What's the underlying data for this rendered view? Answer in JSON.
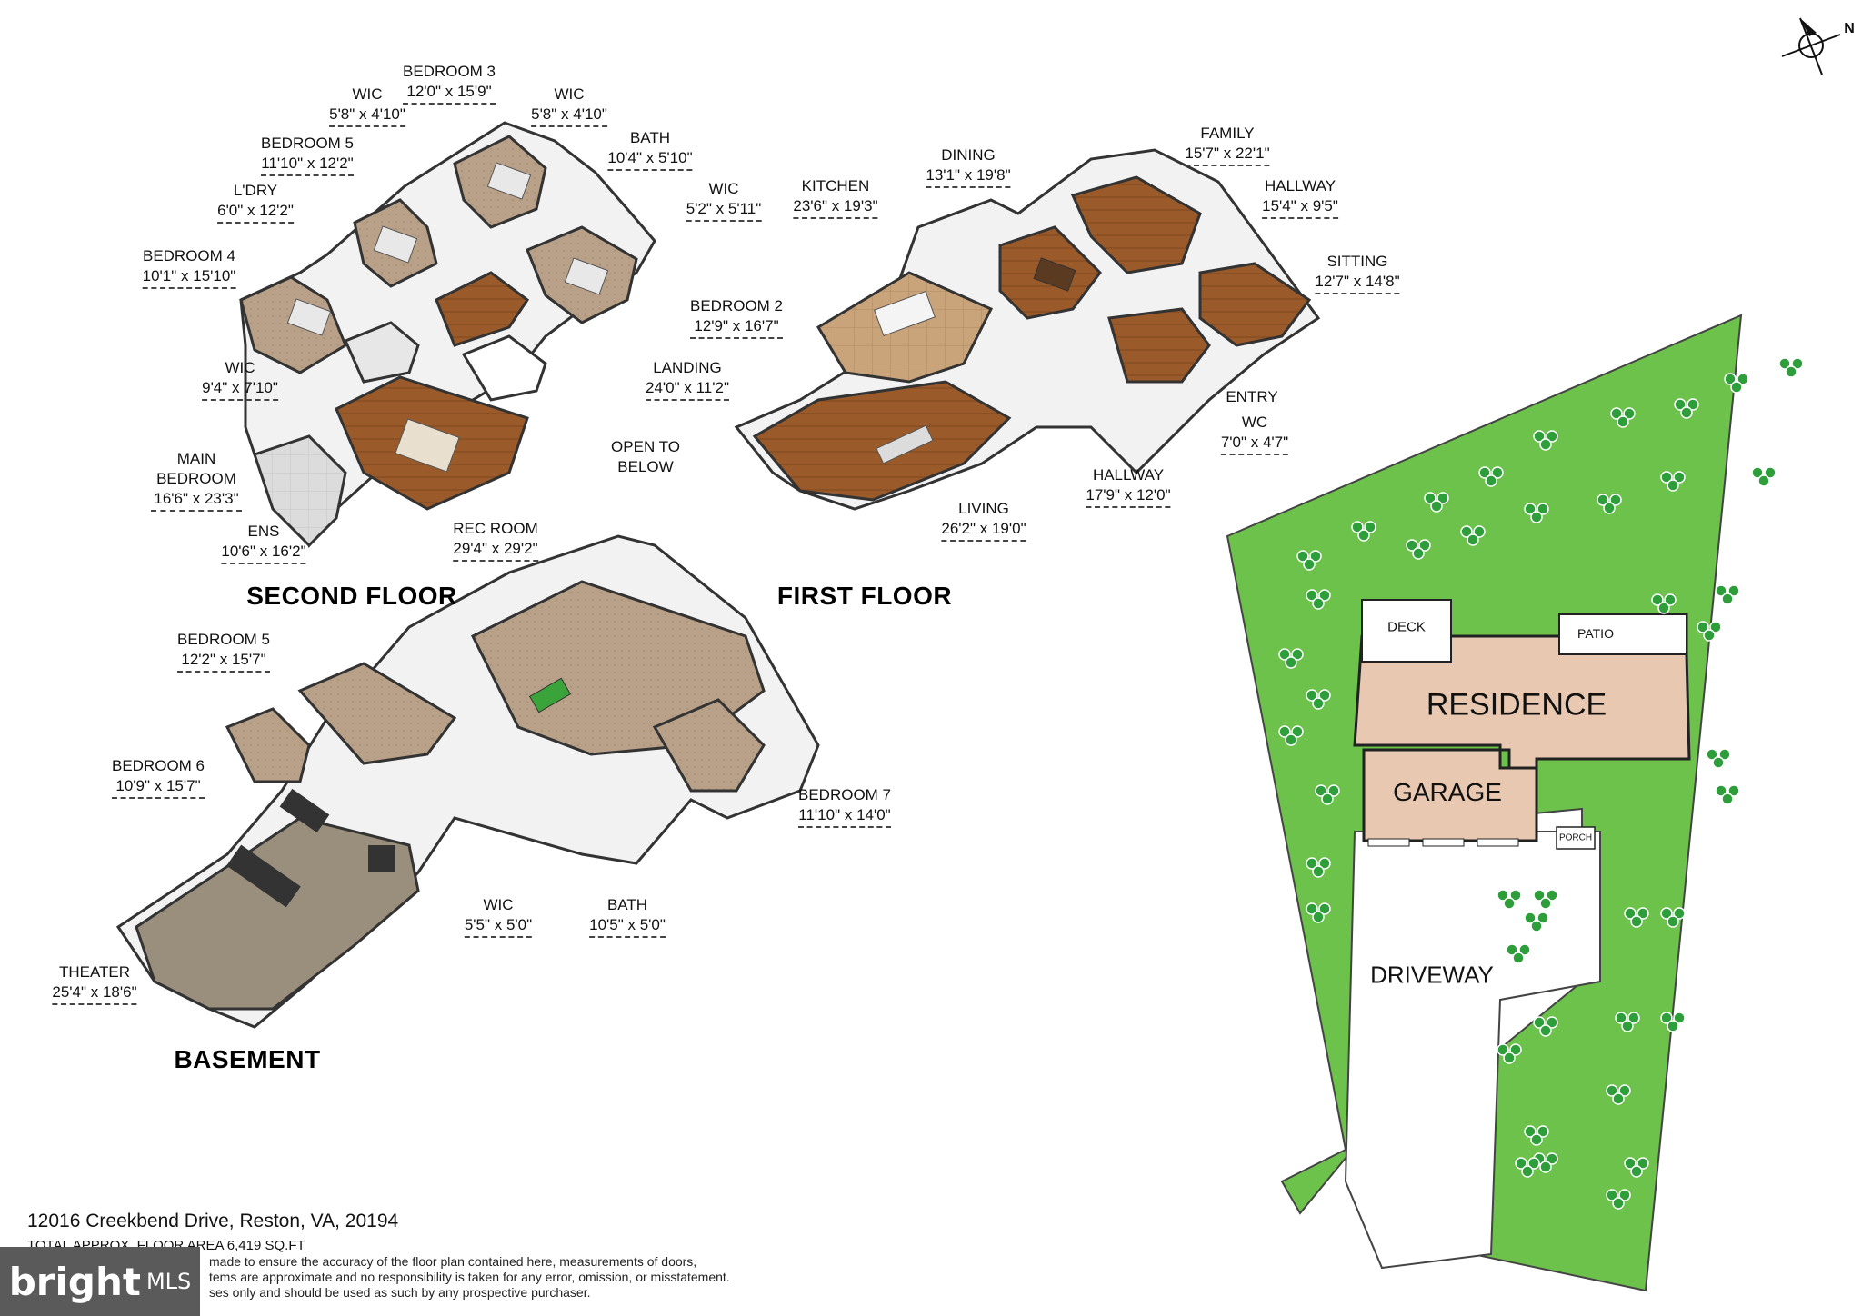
{
  "compass": {
    "north_label": "N"
  },
  "floors": {
    "second": "SECOND FLOOR",
    "first": "FIRST FLOOR",
    "basement": "BASEMENT"
  },
  "rooms": [
    {
      "id": "bedroom3",
      "name": "BEDROOM 3",
      "dim": "12'0\" x 15'9\""
    },
    {
      "id": "wic_2a",
      "name": "WIC",
      "dim": "5'8\" x 4'10\""
    },
    {
      "id": "wic_2b",
      "name": "WIC",
      "dim": "5'8\" x 4'10\""
    },
    {
      "id": "bedroom5_2",
      "name": "BEDROOM 5",
      "dim": "11'10\" x 12'2\""
    },
    {
      "id": "bath_2",
      "name": "BATH",
      "dim": "10'4\" x 5'10\""
    },
    {
      "id": "ldry",
      "name": "L'DRY",
      "dim": "6'0\" x 12'2\""
    },
    {
      "id": "wic_2c",
      "name": "WIC",
      "dim": "5'2\" x 5'11\""
    },
    {
      "id": "bedroom4",
      "name": "BEDROOM 4",
      "dim": "10'1\" x 15'10\""
    },
    {
      "id": "bedroom2",
      "name": "BEDROOM 2",
      "dim": "12'9\" x 16'7\""
    },
    {
      "id": "landing",
      "name": "LANDING",
      "dim": "24'0\" x 11'2\""
    },
    {
      "id": "wic_2d",
      "name": "WIC",
      "dim": "9'4\" x 7'10\""
    },
    {
      "id": "open_below",
      "name": "OPEN TO BELOW",
      "dim": ""
    },
    {
      "id": "main_bedroom",
      "name": "MAIN BEDROOM",
      "dim": "16'6\" x 23'3\""
    },
    {
      "id": "ens",
      "name": "ENS",
      "dim": "10'6\" x 16'2\""
    },
    {
      "id": "kitchen",
      "name": "KITCHEN",
      "dim": "23'6\" x 19'3\""
    },
    {
      "id": "dining",
      "name": "DINING",
      "dim": "13'1\" x 19'8\""
    },
    {
      "id": "family",
      "name": "FAMILY",
      "dim": "15'7\" x 22'1\""
    },
    {
      "id": "hallway_1a",
      "name": "HALLWAY",
      "dim": "15'4\" x 9'5\""
    },
    {
      "id": "sitting",
      "name": "SITTING",
      "dim": "12'7\" x 14'8\""
    },
    {
      "id": "entry",
      "name": "ENTRY",
      "dim": ""
    },
    {
      "id": "wc",
      "name": "WC",
      "dim": "7'0\" x 4'7\""
    },
    {
      "id": "hallway_1b",
      "name": "HALLWAY",
      "dim": "17'9\" x 12'0\""
    },
    {
      "id": "living",
      "name": "LIVING",
      "dim": "26'2\" x 19'0\""
    },
    {
      "id": "rec_room",
      "name": "REC ROOM",
      "dim": "29'4\" x 29'2\""
    },
    {
      "id": "bedroom5_b",
      "name": "BEDROOM 5",
      "dim": "12'2\" x 15'7\""
    },
    {
      "id": "bedroom6",
      "name": "BEDROOM 6",
      "dim": "10'9\" x 15'7\""
    },
    {
      "id": "bedroom7",
      "name": "BEDROOM 7",
      "dim": "11'10\" x 14'0\""
    },
    {
      "id": "wic_b",
      "name": "WIC",
      "dim": "5'5\" x 5'0\""
    },
    {
      "id": "bath_b",
      "name": "BATH",
      "dim": "10'5\" x 5'0\""
    },
    {
      "id": "theater",
      "name": "THEATER",
      "dim": "25'4\" x 18'6\""
    }
  ],
  "site": {
    "deck": "DECK",
    "patio": "PATIO",
    "residence": "RESIDENCE",
    "garage": "GARAGE",
    "porch": "PORCH",
    "driveway": "DRIVEWAY",
    "colors": {
      "lawn": "#6cc24a",
      "building": "#e8c8b0",
      "tree": "#2d9e3a"
    }
  },
  "footer": {
    "address": "12016 Creekbend Drive, Reston, VA, 20194",
    "total_area": "TOTAL APPROX. FLOOR AREA 6,419 SQ.FT",
    "disclaimer_1": "made to ensure the accuracy of the floor plan contained here, measurements of doors,",
    "disclaimer_2": "tems are approximate and no responsibility is taken for any error, omission, or misstatement.",
    "disclaimer_3": "ses only and should be used as such by any prospective purchaser.",
    "logo_text": "bright",
    "logo_sub": "MLS"
  }
}
